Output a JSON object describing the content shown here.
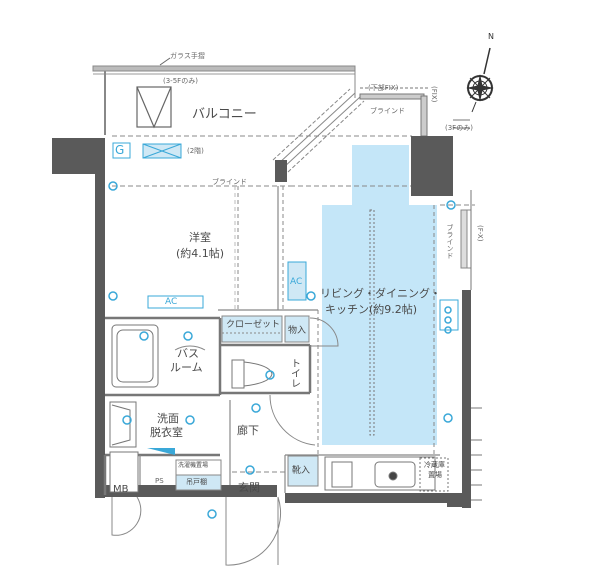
{
  "floorplan": {
    "rooms": {
      "balcony": "バルコニー",
      "western_room": {
        "name": "洋室",
        "size": "(約4.1帖)"
      },
      "ldk": {
        "name_line1": "リビング・ダイニング・",
        "name_line2": "キッチン(約9.2帖)"
      },
      "closet": "クローゼット",
      "storage": "物入",
      "bathroom": {
        "line1": "バス",
        "line2": "ルーム"
      },
      "toilet": "トイレ",
      "washroom": {
        "line1": "洗面",
        "line2": "脱衣室"
      },
      "hallway": "廊下",
      "entrance": "玄関",
      "shoe_storage": "靴入",
      "mb": "MB",
      "ps": "PS",
      "laundry": "洗濯機置場",
      "hanging_cabinet": "吊戸棚",
      "fridge": {
        "line1": "冷蔵庫",
        "line2": "置場"
      }
    },
    "annotations": {
      "glass_railing": "ガラス手摺",
      "floor_note_35": "(3-5Fのみ)",
      "floor_note_2": "(2階)",
      "floor_note_3": "(3Fのみ)",
      "lower_fix": "(下部FIX)",
      "blind_top": "ブラインド",
      "blind_western": "ブラインド",
      "blind_right": "ブラインド",
      "fix_vertical_top": "(FIX)",
      "fix_vertical_right": "(F-X)",
      "gas_meter": "G",
      "ac_western": "AC",
      "ac_ldk": "AC"
    },
    "compass": {
      "north_label": "N"
    },
    "colors": {
      "wall": "#5a5a5a",
      "ldk_highlight": "#bfe3f7",
      "fixture_blue": "#3aa8d8",
      "closet_fill": "#cfe8f5",
      "line": "#777777"
    }
  }
}
